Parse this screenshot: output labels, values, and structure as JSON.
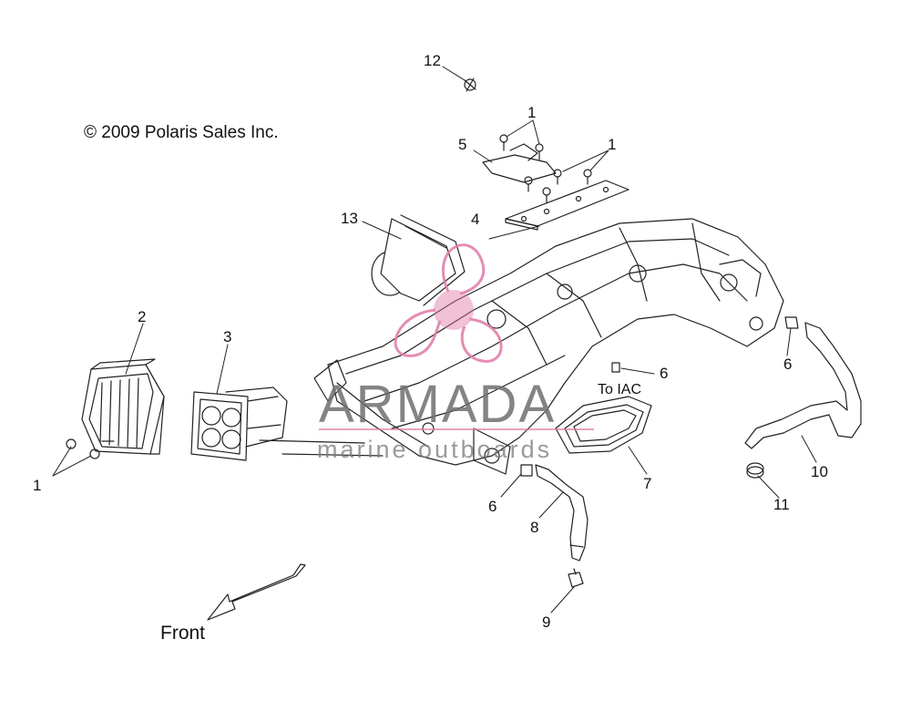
{
  "copyright": "© 2009 Polaris Sales Inc.",
  "direction_label": "Front",
  "to_iac_label": "To IAC",
  "watermark": {
    "brand": "ARMADA",
    "tagline": "marine outboards",
    "accent_color": "#e07aa8"
  },
  "callouts": [
    "1",
    "1",
    "1",
    "2",
    "3",
    "4",
    "5",
    "6",
    "6",
    "6",
    "7",
    "8",
    "9",
    "10",
    "11",
    "12",
    "13"
  ],
  "colors": {
    "line": "#222222",
    "background": "#ffffff"
  }
}
